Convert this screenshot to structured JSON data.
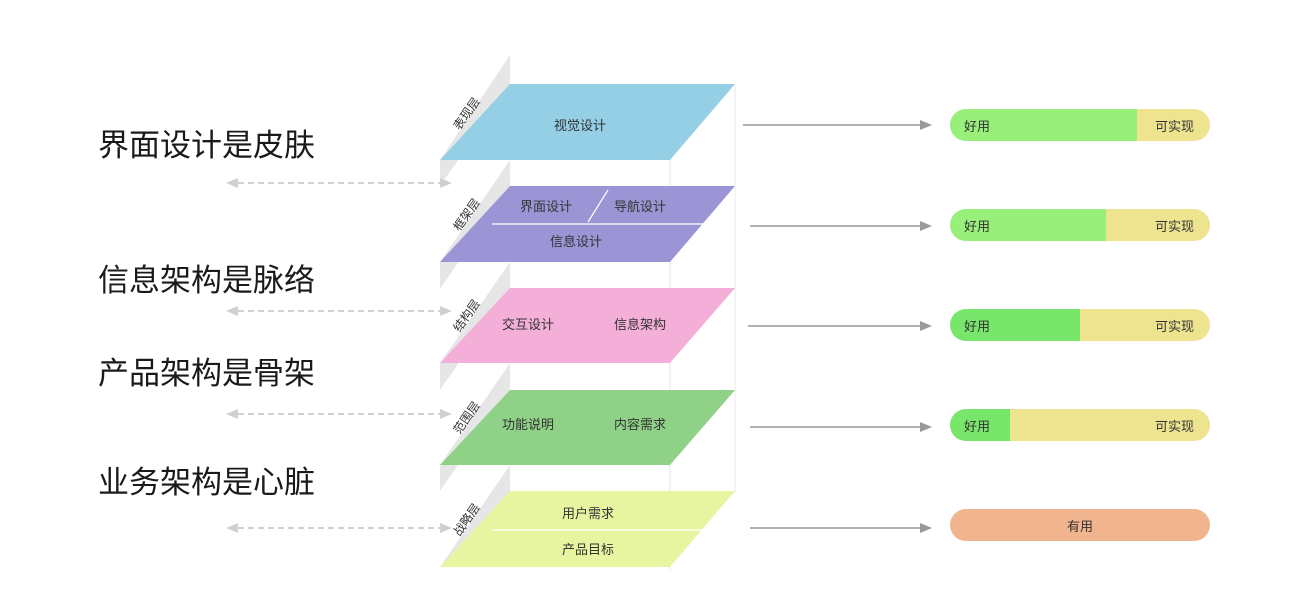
{
  "left_labels": [
    "界面设计是皮肤",
    "信息架构是脉络",
    "产品架构是骨架",
    "业务架构是心脏"
  ],
  "layers": [
    {
      "name": "表现层",
      "color": "#95cfe6",
      "items": [
        "视觉设计"
      ]
    },
    {
      "name": "框架层",
      "color": "#9b95d6",
      "items": [
        "界面设计",
        "导航设计",
        "信息设计"
      ]
    },
    {
      "name": "结构层",
      "color": "#f3afd8",
      "items": [
        "交互设计",
        "信息架构"
      ]
    },
    {
      "name": "范围层",
      "color": "#8ed187",
      "items": [
        "功能说明",
        "内容需求"
      ]
    },
    {
      "name": "战略层",
      "color": "#e7f5a0",
      "items": [
        "用户需求",
        "产品目标"
      ]
    }
  ],
  "bars": [
    {
      "good_label": "好用",
      "feasible_label": "可实现",
      "good_share": 0.72
    },
    {
      "good_label": "好用",
      "feasible_label": "可实现",
      "good_share": 0.6
    },
    {
      "good_label": "好用",
      "feasible_label": "可实现",
      "good_share": 0.5
    },
    {
      "good_label": "好用",
      "feasible_label": "可实现",
      "good_share": 0.23
    },
    {
      "useful_label": "有用"
    }
  ],
  "colors": {
    "good": "#98ef79",
    "good_strong": "#78e66a",
    "feasible": "#eee48f",
    "useful": "#f0b48e",
    "arrow": "#999999",
    "dashed_arrow": "#d0d0d0",
    "side_panel": "#e6e6e6"
  }
}
